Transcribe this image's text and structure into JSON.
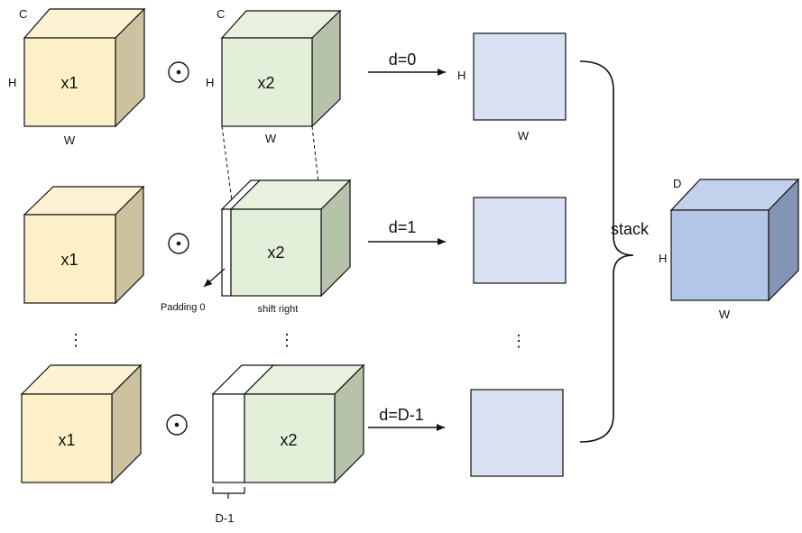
{
  "cube_labels": {
    "x1": "x1",
    "x2": "x2"
  },
  "dims": {
    "C": "C",
    "H": "H",
    "W": "W",
    "D": "D"
  },
  "op_symbol": "⊙",
  "arrows": {
    "d0": "d=0",
    "d1": "d=1",
    "dD": "d=D-1"
  },
  "padding_label": "Padding 0",
  "shift_label": "shift right",
  "pad_width_label": "D-1",
  "stack_label": "stack",
  "ellipsis": "⋮",
  "colors": {
    "x1_front": "#fdf0c8",
    "x1_top": "#fdf3d4",
    "x1_side": "#cdc2a0",
    "x2_front": "#e3efd9",
    "x2_top": "#e7f1de",
    "x2_side": "#b6c3aa",
    "slice": "#d9e1f2",
    "out_front": "#b3c6e7",
    "out_top": "#c3d1ec",
    "out_side": "#8394b6"
  }
}
